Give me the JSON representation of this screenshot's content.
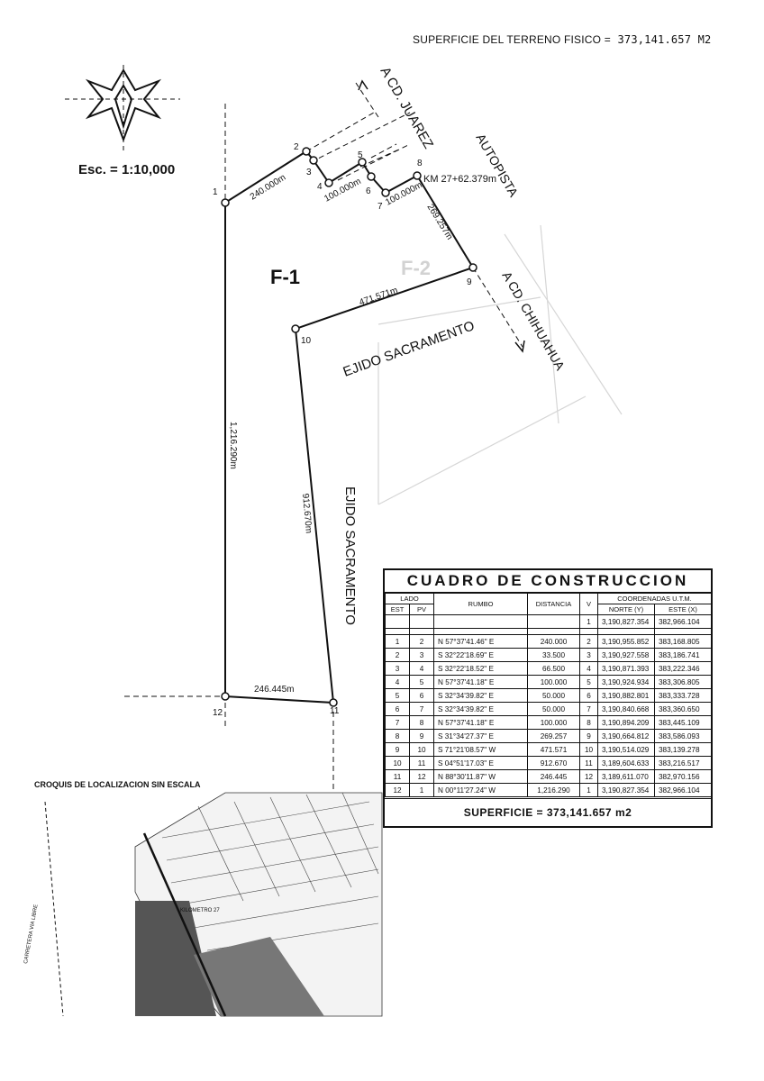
{
  "header": {
    "area_label": "SUPERFICIE DEL TERRENO FISICO =",
    "area_value": "373,141.657 M2"
  },
  "scale_label": "Esc. = 1:10,000",
  "parcel_label": "F-1",
  "labels": {
    "a_cd_juarez": "A CD. JUAREZ",
    "autopista": "AUTOPISTA",
    "a_cd_chihuahua": "A CD. CHIHUAHUA",
    "ejido_sacramento_1": "EJIDO SACRAMENTO",
    "ejido_sacramento_2": "EJIDO SACRAMENTO",
    "km": "KM 27+62.379m",
    "background_f2": "F-2"
  },
  "vertex_labels": [
    "1",
    "2",
    "3",
    "4",
    "5",
    "6",
    "7",
    "8",
    "9",
    "10",
    "11",
    "12"
  ],
  "segment_labels": {
    "s1_2": "240.000m",
    "s4_5": "100.000m",
    "s7_8": "100.000m",
    "s8_9": "269.257m",
    "s9_10": "471.571m",
    "s10_11": "912.670m",
    "s11_12": "246.445m",
    "s12_1": "1,216.290m"
  },
  "table": {
    "title": "CUADRO DE CONSTRUCCION",
    "headers": {
      "lado": "LADO",
      "est": "EST",
      "pv": "PV",
      "rumbo": "RUMBO",
      "distancia": "DISTANCIA",
      "v": "V",
      "coords": "COORDENADAS U.T.M.",
      "norte": "NORTE (Y)",
      "este": "ESTE (X)"
    },
    "first_row": {
      "v": "1",
      "norte": "3,190,827.354",
      "este": "382,966.104"
    },
    "rows": [
      {
        "est": "1",
        "pv": "2",
        "rumbo": "N 57°37'41.46\" E",
        "dist": "240.000",
        "v": "2",
        "norte": "3,190,955.852",
        "este": "383,168.805"
      },
      {
        "est": "2",
        "pv": "3",
        "rumbo": "S 32°22'18.69\" E",
        "dist": "33.500",
        "v": "3",
        "norte": "3,190,927.558",
        "este": "383,186.741"
      },
      {
        "est": "3",
        "pv": "4",
        "rumbo": "S 32°22'18.52\" E",
        "dist": "66.500",
        "v": "4",
        "norte": "3,190,871.393",
        "este": "383,222.346"
      },
      {
        "est": "4",
        "pv": "5",
        "rumbo": "N 57°37'41.18\" E",
        "dist": "100.000",
        "v": "5",
        "norte": "3,190,924.934",
        "este": "383,306.805"
      },
      {
        "est": "5",
        "pv": "6",
        "rumbo": "S 32°34'39.82\" E",
        "dist": "50.000",
        "v": "6",
        "norte": "3,190,882.801",
        "este": "383,333.728"
      },
      {
        "est": "6",
        "pv": "7",
        "rumbo": "S 32°34'39.82\" E",
        "dist": "50.000",
        "v": "7",
        "norte": "3,190,840.668",
        "este": "383,360.650"
      },
      {
        "est": "7",
        "pv": "8",
        "rumbo": "N 57°37'41.18\" E",
        "dist": "100.000",
        "v": "8",
        "norte": "3,190,894.209",
        "este": "383,445.109"
      },
      {
        "est": "8",
        "pv": "9",
        "rumbo": "S 31°34'27.37\" E",
        "dist": "269.257",
        "v": "9",
        "norte": "3,190,664.812",
        "este": "383,586.093"
      },
      {
        "est": "9",
        "pv": "10",
        "rumbo": "S 71°21'08.57\" W",
        "dist": "471.571",
        "v": "10",
        "norte": "3,190,514.029",
        "este": "383,139.278"
      },
      {
        "est": "10",
        "pv": "11",
        "rumbo": "S 04°51'17.03\" E",
        "dist": "912.670",
        "v": "11",
        "norte": "3,189,604.633",
        "este": "383,216.517"
      },
      {
        "est": "11",
        "pv": "12",
        "rumbo": "N 88°30'11.87\" W",
        "dist": "246.445",
        "v": "12",
        "norte": "3,189,611.070",
        "este": "382,970.156"
      },
      {
        "est": "12",
        "pv": "1",
        "rumbo": "N 00°11'27.24\" W",
        "dist": "1,216.290",
        "v": "1",
        "norte": "3,190,827.354",
        "este": "382,966.104"
      }
    ],
    "footer": "SUPERFICIE = 373,141.657 m2"
  },
  "croquis": {
    "title": "CROQUIS DE LOCALIZACION SIN ESCALA",
    "carretera": "CARRETERA VIA LIBRE",
    "kilometro": "KILOMETRO 27"
  },
  "colors": {
    "ink": "#111111",
    "ghost": "#c9c9c9",
    "paper": "#ffffff"
  }
}
